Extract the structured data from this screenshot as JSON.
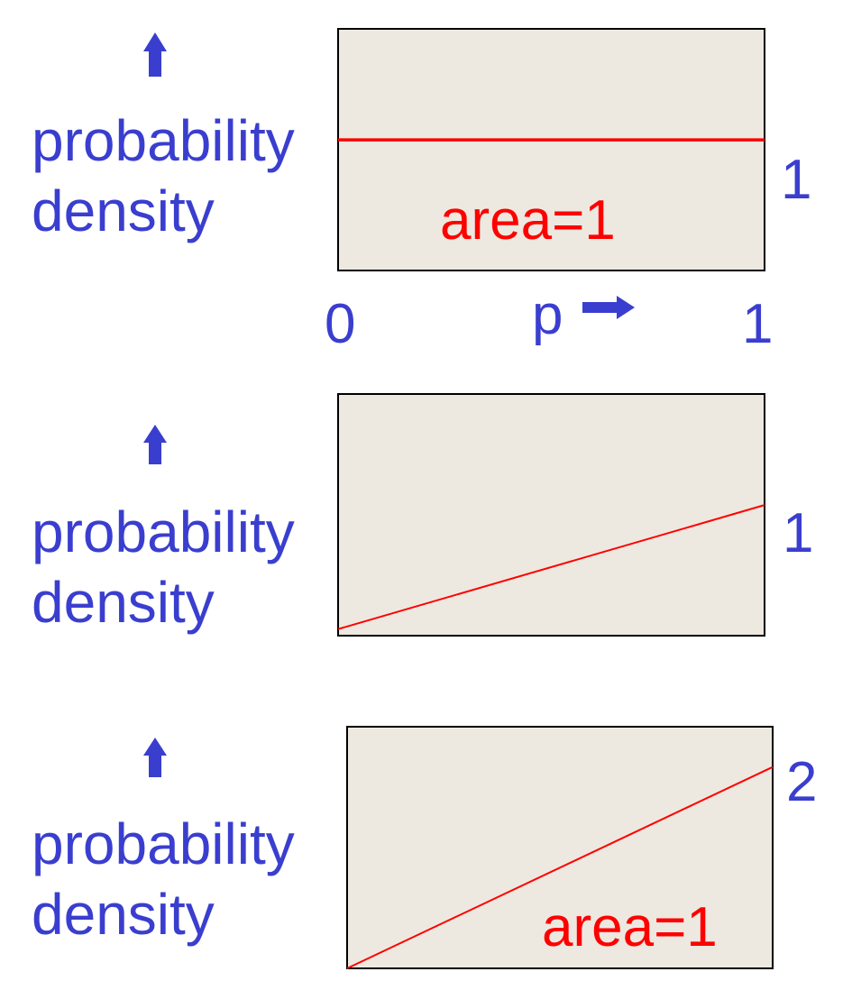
{
  "colors": {
    "text": "#3a3ecf",
    "line": "#ff0000",
    "panel_bg": "#ede9e0",
    "frame": "#000000"
  },
  "chart_data": [
    {
      "type": "line",
      "ylabel": [
        "probability",
        "density"
      ],
      "xlabel": "p",
      "x_ticks": [
        "0",
        "1"
      ],
      "right_label": "1",
      "annotation": "area=1",
      "xlim": [
        0,
        1
      ],
      "ylim": [
        0,
        1.85
      ],
      "series": [
        {
          "x": [
            0,
            1
          ],
          "y": [
            1,
            1
          ]
        }
      ]
    },
    {
      "type": "line",
      "ylabel": [
        "probability",
        "density"
      ],
      "xlabel": "",
      "x_ticks": [],
      "right_label": "1",
      "annotation": "",
      "xlim": [
        0,
        1
      ],
      "ylim": [
        0,
        1.85
      ],
      "series": [
        {
          "x": [
            0,
            1
          ],
          "y": [
            0.05,
            1
          ]
        }
      ]
    },
    {
      "type": "line",
      "ylabel": [
        "probability",
        "density"
      ],
      "xlabel": "",
      "x_ticks": [],
      "right_label": "2",
      "annotation": "area=1",
      "xlim": [
        0,
        1
      ],
      "ylim": [
        0,
        2.4
      ],
      "series": [
        {
          "x": [
            0,
            1
          ],
          "y": [
            0,
            2
          ]
        }
      ]
    }
  ]
}
